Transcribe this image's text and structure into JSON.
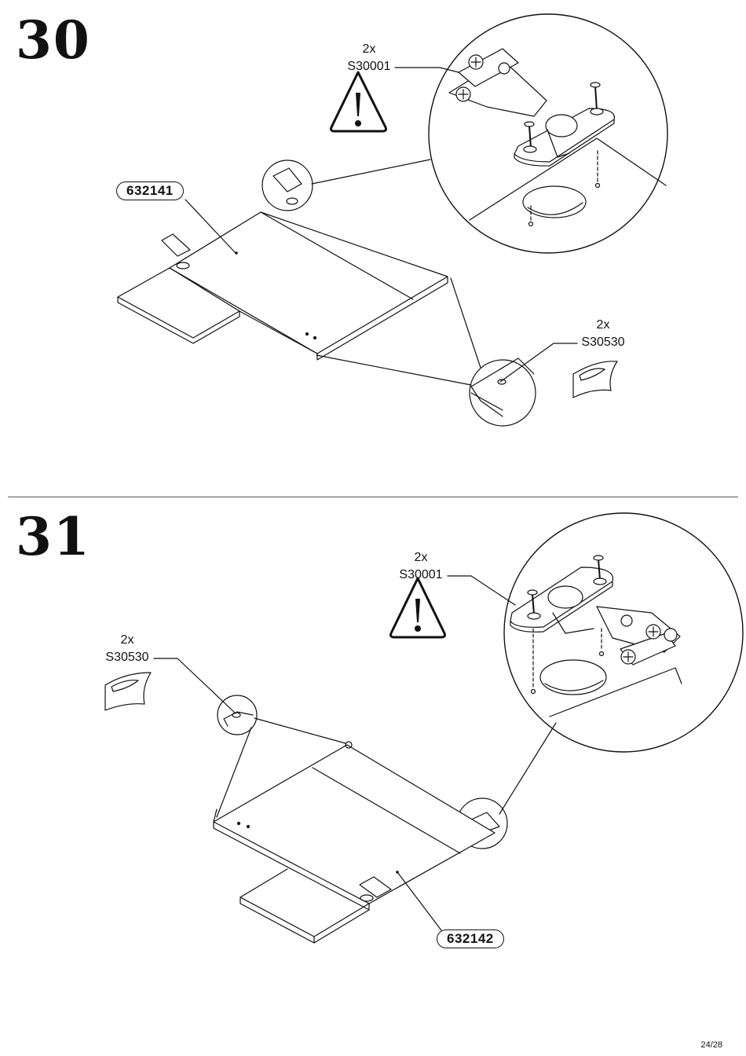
{
  "steps": [
    {
      "number": "30",
      "hinge": {
        "qty": "2x",
        "code": "S30001"
      },
      "bumper": {
        "qty": "2x",
        "code": "S30530"
      },
      "part": "632141"
    },
    {
      "number": "31",
      "hinge": {
        "qty": "2x",
        "code": "S30001"
      },
      "bumper": {
        "qty": "2x",
        "code": "S30530"
      },
      "part": "632142"
    }
  ],
  "footer": {
    "page": "24/28"
  },
  "icons": {
    "warning": "warning-triangle-icon"
  }
}
